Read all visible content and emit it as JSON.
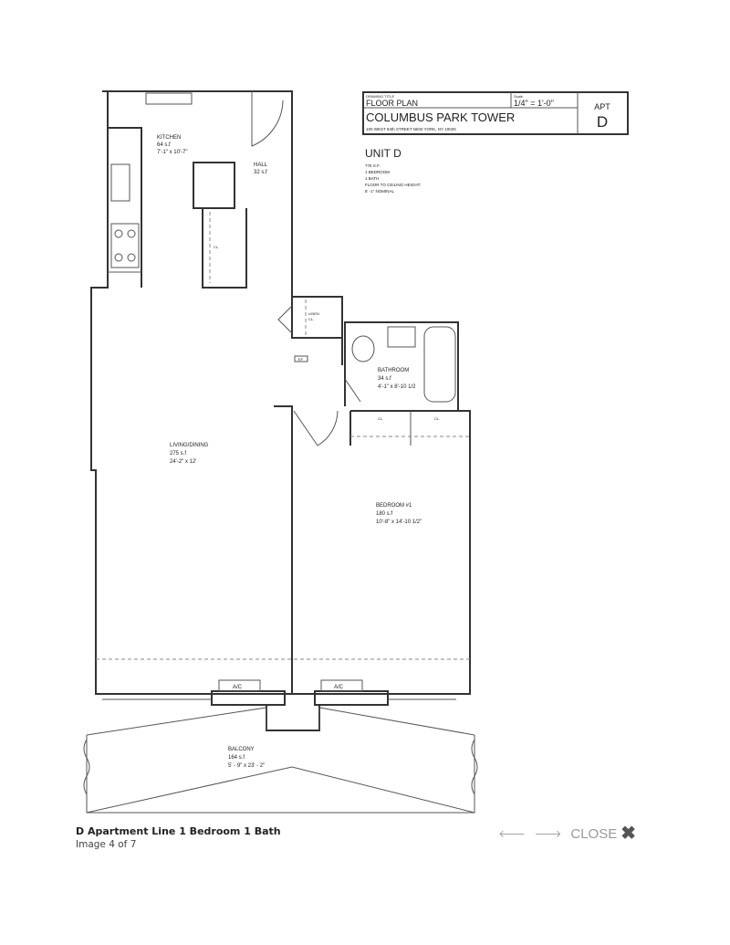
{
  "title_block": {
    "drawing_title_label": "DRAWING TITLE",
    "drawing_title": "FLOOR PLAN",
    "scale_label": "Scale",
    "scale": "1/4\" = 1'-0\"",
    "building": "COLUMBUS PARK TOWER",
    "address": "100 WEST 94th STREET  NEW YORK, NY 10025",
    "apt_label": "APT",
    "apt": "D"
  },
  "unit": {
    "name": "UNIT D",
    "details": [
      "776 S.F.",
      "1 BEDROOM",
      "1  BATH",
      "FLOOR TO CEILING HEIGHT:",
      "8' -1\" NOMINAL"
    ]
  },
  "rooms": {
    "kitchen": {
      "name": "KITCHEN",
      "area": "64 s.f",
      "dims": "7'-1\" x 10'-7\""
    },
    "hall": {
      "name": "HALL",
      "area": "32 s.f"
    },
    "linen": {
      "name": "LINEN",
      "sub": "CL."
    },
    "bathroom": {
      "name": "BATHROOM",
      "area": "34 s.f",
      "dims": "4'-1\" x 8'-10 1/2"
    },
    "living": {
      "name": "LIVING/DINING",
      "area": "275 s.f",
      "dims": "24'-2\" x 12'"
    },
    "bedroom": {
      "name": "BEDROOM #1",
      "area": "180 s.f",
      "dims": "10'-8\" x 14'-10 1/2\""
    },
    "balcony": {
      "name": "BALCONY",
      "area": "164 s.f",
      "dims": "5' - 9\" x 23' - 2\""
    },
    "ac": "A/C",
    "closet": "CL.",
    "ef": "EF"
  },
  "caption": {
    "title": "D Apartment Line 1 Bedroom 1 Bath",
    "counter": "Image 4 of 7"
  },
  "controls": {
    "prev_icon": "arrow-left-icon",
    "next_icon": "arrow-right-icon",
    "close_label": "CLOSE",
    "close_icon": "close-x-icon"
  }
}
